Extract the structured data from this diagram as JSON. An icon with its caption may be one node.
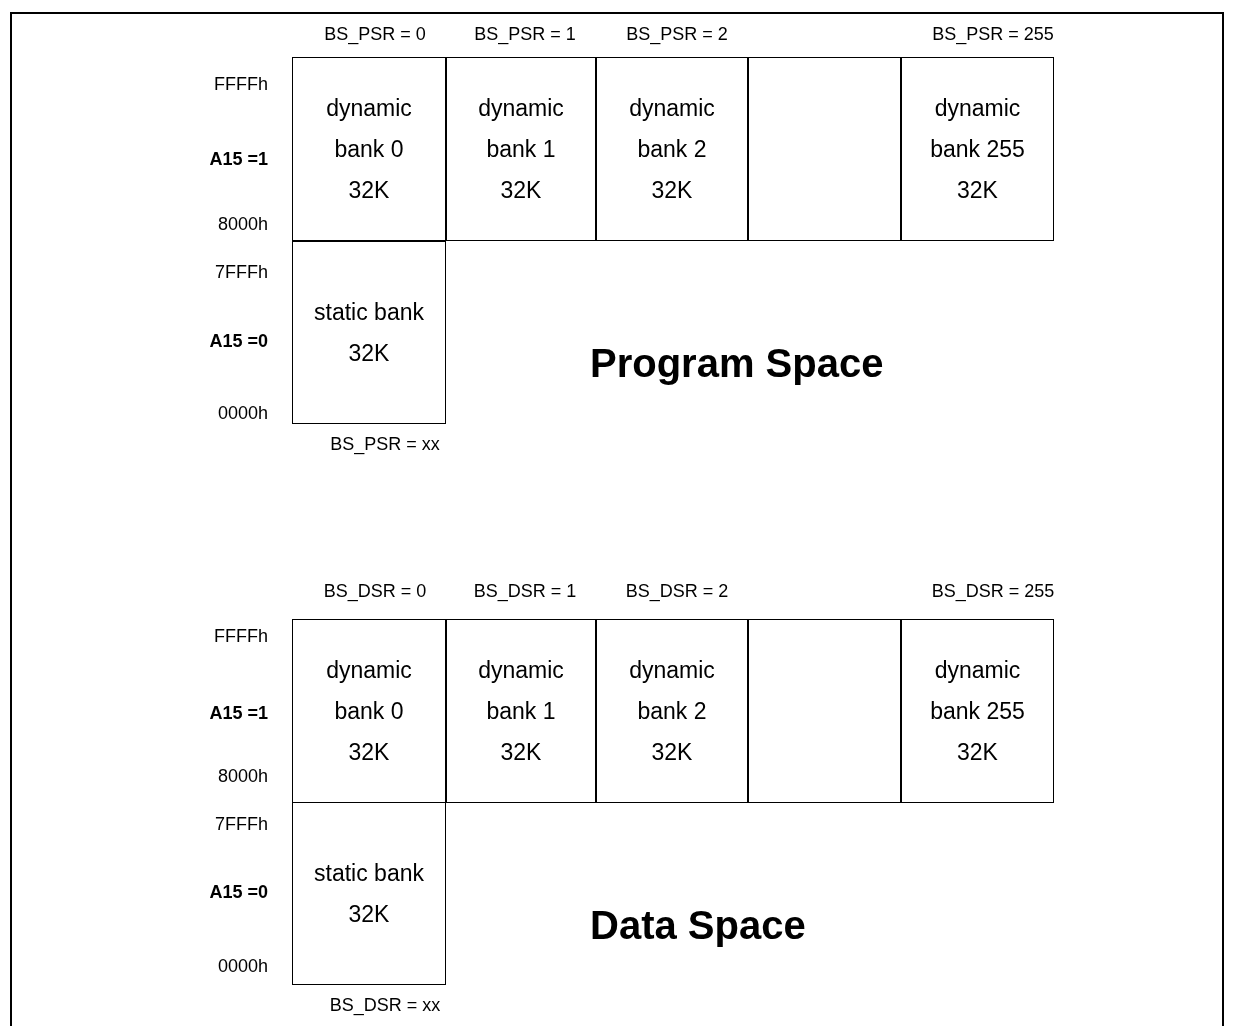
{
  "diagram": {
    "nodes": [
      {
        "text": [
          "dynamic bank 0 32K"
        ],
        "beside": [
          "BS_PSR = 0"
        ]
      },
      {
        "text": [
          "dynamic bank 1 32K"
        ],
        "beside": [
          "BS_PSR = 1"
        ]
      },
      {
        "text": [
          "dynamic bank 2 32K"
        ],
        "beside": [
          "BS_PSR = 2"
        ]
      },
      {
        "text": [],
        "shape": "box"
      },
      {
        "text": [
          "dynamic bank 255 32K"
        ],
        "beside": [
          "BS_PSR = 255"
        ]
      },
      {
        "text": [
          "static bank 32K"
        ],
        "beside": [
          "BS_PSR = xx"
        ]
      },
      {
        "text": [
          "dynamic bank 0 32K"
        ],
        "beside": [
          "BS_DSR = 0"
        ]
      },
      {
        "text": [
          "dynamic bank 1 32K"
        ],
        "beside": [
          "BS_DSR = 1"
        ]
      },
      {
        "text": [
          "dynamic bank 2 32K"
        ],
        "beside": [
          "BS_DSR = 2"
        ]
      },
      {
        "text": [],
        "shape": "box"
      },
      {
        "text": [
          "dynamic bank 255 32K"
        ],
        "beside": [
          "BS_DSR = 255"
        ]
      },
      {
        "text": [
          "static bank 32K"
        ],
        "beside": [
          "BS_DSR = xx"
        ]
      }
    ],
    "labels": [
      "FFFFh",
      "A15 =1",
      "8000h",
      "7FFFh",
      "A15 =0",
      "Program Space",
      "0000h",
      "FFFFh",
      "A15 =1",
      "8000h",
      "7FFFh",
      "A15 =0",
      "Data Space",
      "0000h"
    ]
  }
}
